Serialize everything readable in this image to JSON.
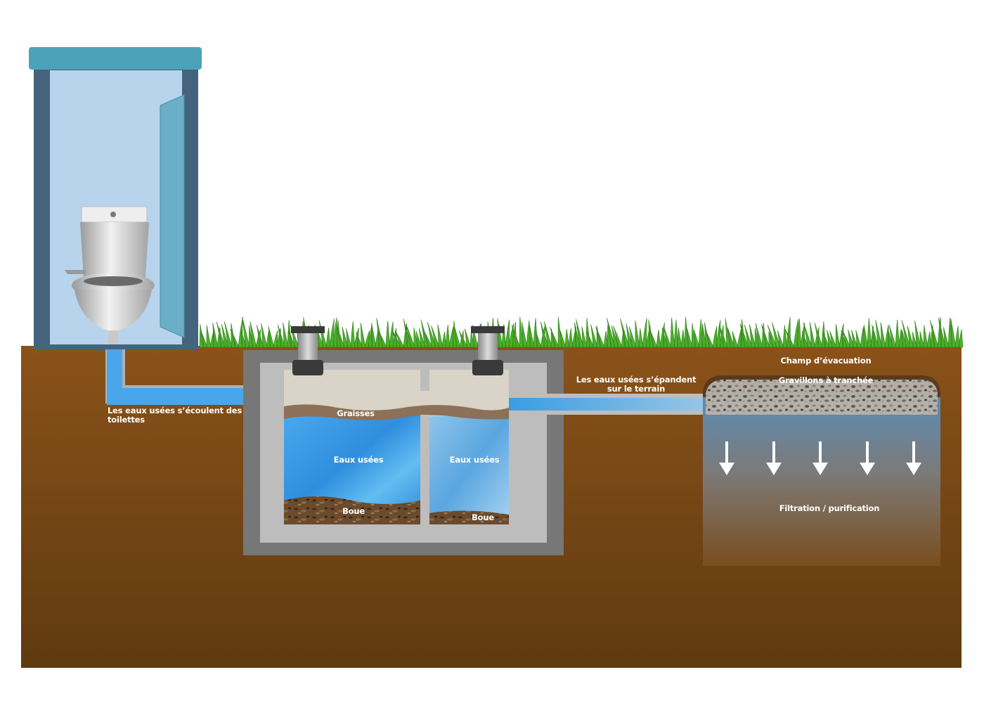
{
  "labels": {
    "toilet_flow": "Les eaux usées s’écoulent des toilettes",
    "grease": "Graisses",
    "wastewater_left": "Eaux usées",
    "wastewater_right": "Eaux usées",
    "sludge_left": "Boue",
    "sludge_right": "Boue",
    "spread_line1": "Les eaux usées s’épandent",
    "spread_line2": "sur le terrain",
    "drain_field": "Champ d’évacuation",
    "gravel": "Gravillons à tranchée",
    "filtration": "Filtration / purification"
  },
  "colors": {
    "soil_top": "#8a5219",
    "soil_bottom": "#5f3a10",
    "grass": "#4caf2a",
    "cabin_frame": "#46637e",
    "cabin_roof": "#4aa3b8",
    "cabin_inside": "#b7d4ec",
    "door": "#6aaec8",
    "tank_outer": "#777777",
    "tank_inner": "#bdbdbd",
    "water": "#3a9de2",
    "pipe_water": "#5db4ef",
    "grease": "#8c7058",
    "sludge": "#5a4028"
  },
  "icons": [
    "toilet-icon",
    "down-arrow-icon"
  ]
}
